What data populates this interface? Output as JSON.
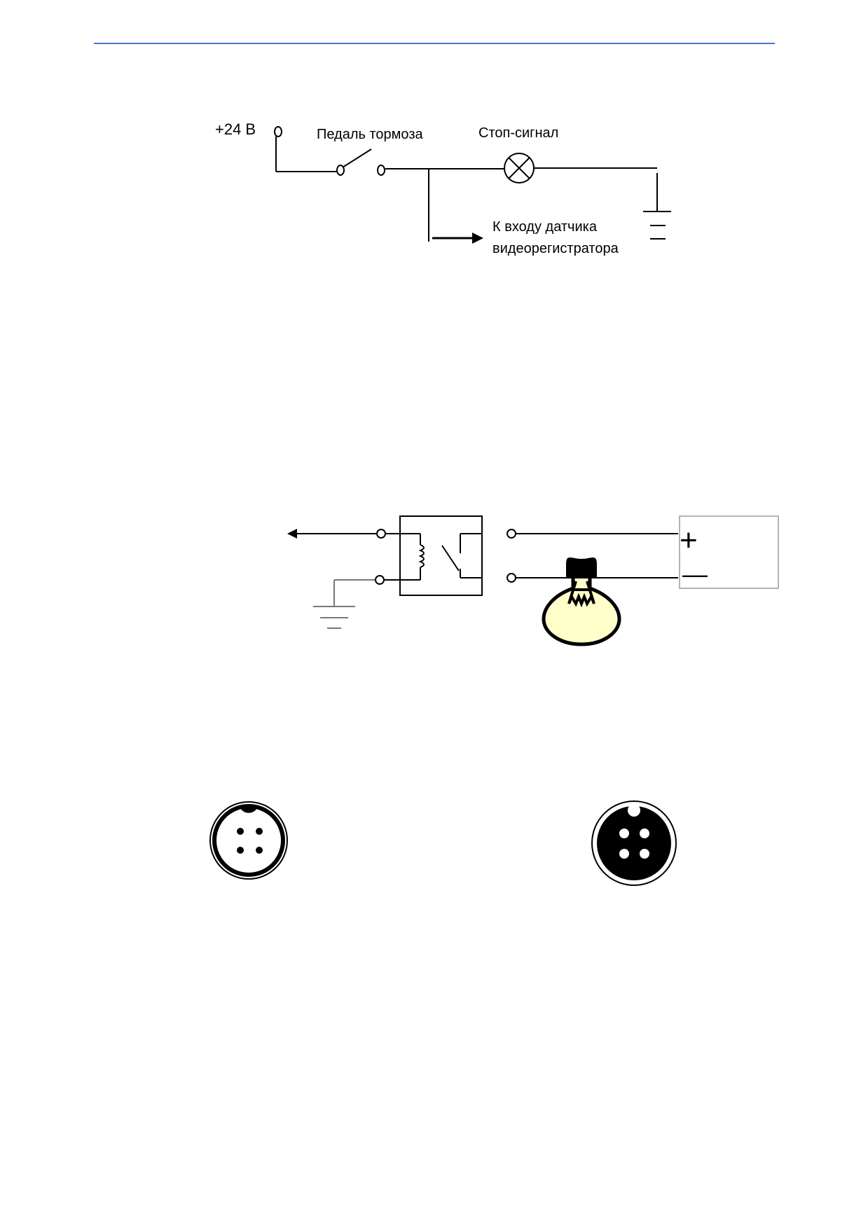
{
  "colors": {
    "header_rule": "#4f6fd8",
    "line": "#000000",
    "bulb_fill": "#ffffcc",
    "box_stroke": "#9a9a9a"
  },
  "diagram1": {
    "supply_label": "+24 В",
    "brake_pedal_label": "Педаль тормоза",
    "stop_signal_label": "Стоп-сигнал",
    "sensor_line1": "К входу датчика",
    "sensor_line2": "видеорегистратора"
  },
  "diagram2": {
    "plus_sign": "+",
    "minus_sign": "—"
  },
  "connectors": [
    {
      "name": "connector-female",
      "pins": 4,
      "icon": "din-4-pin-connector-outline-icon"
    },
    {
      "name": "connector-male",
      "pins": 4,
      "icon": "din-4-pin-connector-solid-icon"
    }
  ]
}
